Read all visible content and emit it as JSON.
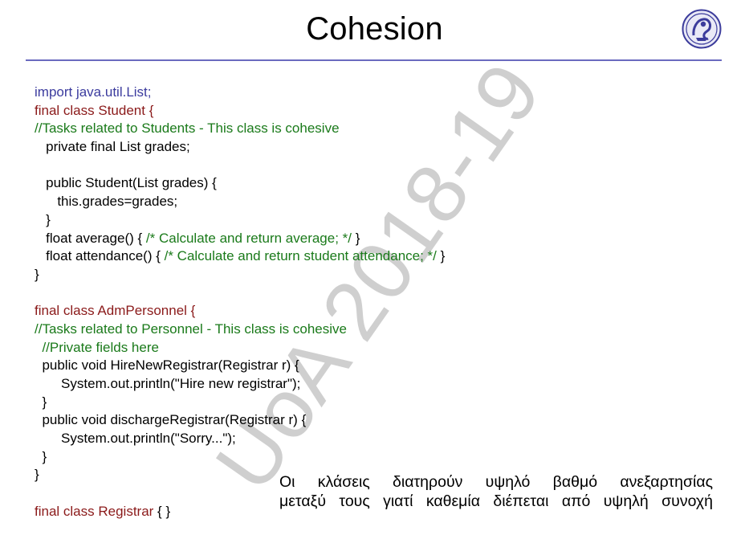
{
  "slide": {
    "title": "Cohesion",
    "watermark": "UoA 2018-19",
    "logo_icon": "university-seal-icon",
    "accent_color": "#6a6abf"
  },
  "code": [
    [
      {
        "t": "import java.util.List;",
        "c": "import"
      }
    ],
    [
      {
        "t": "final class Student {",
        "c": "kw"
      }
    ],
    [
      {
        "t": "//Tasks related to Students - This class is cohesive",
        "c": "comment"
      }
    ],
    [
      {
        "t": "   private final List grades;",
        "c": "plain"
      }
    ],
    [
      {
        "t": "",
        "c": "plain"
      }
    ],
    [
      {
        "t": "   public Student(List grades) {",
        "c": "plain"
      }
    ],
    [
      {
        "t": "      this.grades=grades;",
        "c": "plain"
      }
    ],
    [
      {
        "t": "   }",
        "c": "plain"
      }
    ],
    [
      {
        "t": "   float average() { ",
        "c": "plain"
      },
      {
        "t": "/* Calculate and return average; */",
        "c": "comment"
      },
      {
        "t": " }",
        "c": "plain"
      }
    ],
    [
      {
        "t": "   float attendance() { ",
        "c": "plain"
      },
      {
        "t": "/* Calculate and return student attendance; */",
        "c": "comment"
      },
      {
        "t": " }",
        "c": "plain"
      }
    ],
    [
      {
        "t": "}",
        "c": "plain"
      }
    ],
    [
      {
        "t": "",
        "c": "plain"
      }
    ],
    [
      {
        "t": "final class AdmPersonnel {",
        "c": "kw"
      }
    ],
    [
      {
        "t": "//Tasks related to Personnel - This class is cohesive",
        "c": "comment"
      }
    ],
    [
      {
        "t": "  //Private fields here",
        "c": "comment"
      }
    ],
    [
      {
        "t": "  public void HireNewRegistrar(Registrar r) {",
        "c": "plain"
      }
    ],
    [
      {
        "t": "       System.out.println(\"Hire new registrar\");",
        "c": "plain"
      }
    ],
    [
      {
        "t": "  }",
        "c": "plain"
      }
    ],
    [
      {
        "t": "  public void dischargeRegistrar(Registrar r) {",
        "c": "plain"
      }
    ],
    [
      {
        "t": "       System.out.println(\"Sorry...\");",
        "c": "plain"
      }
    ],
    [
      {
        "t": "  }",
        "c": "plain"
      }
    ],
    [
      {
        "t": "}",
        "c": "plain"
      }
    ],
    [
      {
        "t": "",
        "c": "plain"
      }
    ],
    [
      {
        "t": "final class Registrar",
        "c": "kw"
      },
      {
        "t": " { }",
        "c": "plain"
      }
    ]
  ],
  "note": {
    "line1": "Οι κλάσεις διατηρούν υψηλό βαθμό ανεξαρτησίας",
    "line2": "μεταξύ τους γιατί καθεμία διέπεται από υψηλή συνοχή"
  }
}
